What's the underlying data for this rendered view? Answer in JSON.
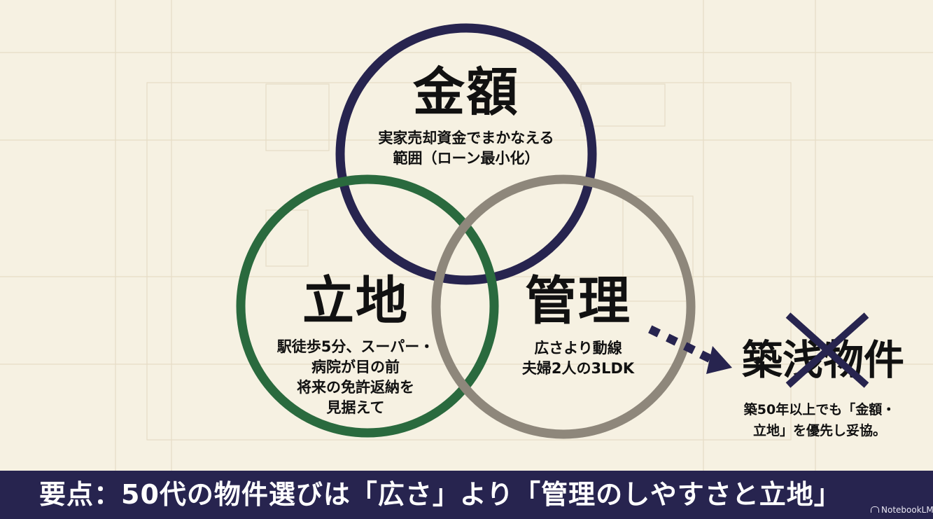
{
  "diagram": {
    "circles": [
      {
        "id": "amount",
        "title": "金額",
        "desc": [
          "実家売却資金でまかなえる",
          "範囲（ローン最小化）"
        ],
        "color": "#27244f"
      },
      {
        "id": "location",
        "title": "立地",
        "desc": [
          "駅徒歩5分、スーパー・",
          "病院が目の前",
          "将来の免許返納を",
          "見据えて"
        ],
        "color": "#2a6a3e"
      },
      {
        "id": "management",
        "title": "管理",
        "desc": [
          "広さより動線",
          "夫婦2人の3LDK"
        ],
        "color": "#8e877b"
      }
    ],
    "rejected": {
      "title": "築浅物件",
      "note": [
        "築50年以上でも「金額・",
        "立地」を優先し妥協。"
      ],
      "cross_color": "#27244f",
      "arrow_color": "#27244f"
    }
  },
  "footer": {
    "text": "要点：50代の物件選びは「広さ」より「管理のしやすさと立地」",
    "background": "#27244f"
  },
  "watermark": {
    "text": "NotebookLM"
  }
}
